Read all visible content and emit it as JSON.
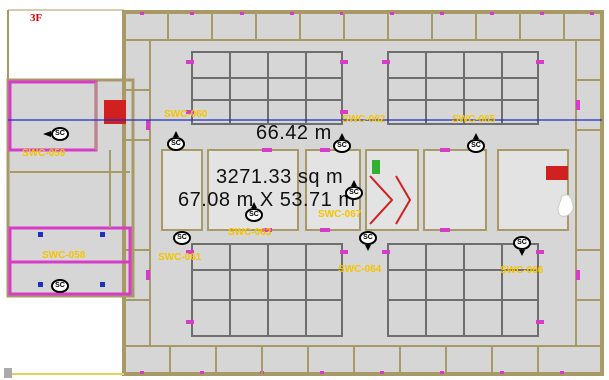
{
  "floor": {
    "label": "3F"
  },
  "measurements": {
    "length": "66.42 m",
    "area": "3271.33 sq m",
    "dimensions": "67.08 m  X  53.71 m"
  },
  "colors": {
    "wall": "#a89a66",
    "floor": "#d6d6d6",
    "door": "#d63cc8",
    "room_fill": "#e3e3e3",
    "stair_red": "#d02020",
    "green": "#2fb02f",
    "measure_line": "#1f2fbf",
    "camera_label": "#f5c400"
  },
  "cameras": [
    {
      "id": "SWC-059",
      "icon": "SC",
      "direction": "left"
    },
    {
      "id": "SWC-060",
      "icon": "SC",
      "direction": "up"
    },
    {
      "id": "SWC-062",
      "icon": "SC",
      "direction": "up"
    },
    {
      "id": "SWC-065",
      "icon": "SC",
      "direction": "up"
    },
    {
      "id": "SWC-063",
      "icon": "SC",
      "direction": "up"
    },
    {
      "id": "SWC-067",
      "icon": "SC",
      "direction": "up"
    },
    {
      "id": "SWC-061",
      "icon": "SC",
      "direction": "none"
    },
    {
      "id": "SWC-064",
      "icon": "SC",
      "direction": "down"
    },
    {
      "id": "SWC-066",
      "icon": "SC",
      "direction": "down"
    },
    {
      "id": "SWC-058",
      "icon": "SC",
      "direction": "none"
    }
  ]
}
